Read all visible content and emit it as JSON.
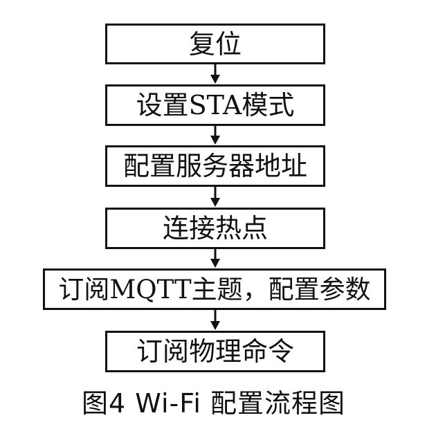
{
  "steps": [
    "复位",
    "设置STA模式",
    "配置服务器地址",
    "连接热点",
    "订阅MQTT主题，配置参数",
    "订阅物理命令"
  ],
  "caption": "图4  Wi-Fi 配置流程图"
}
